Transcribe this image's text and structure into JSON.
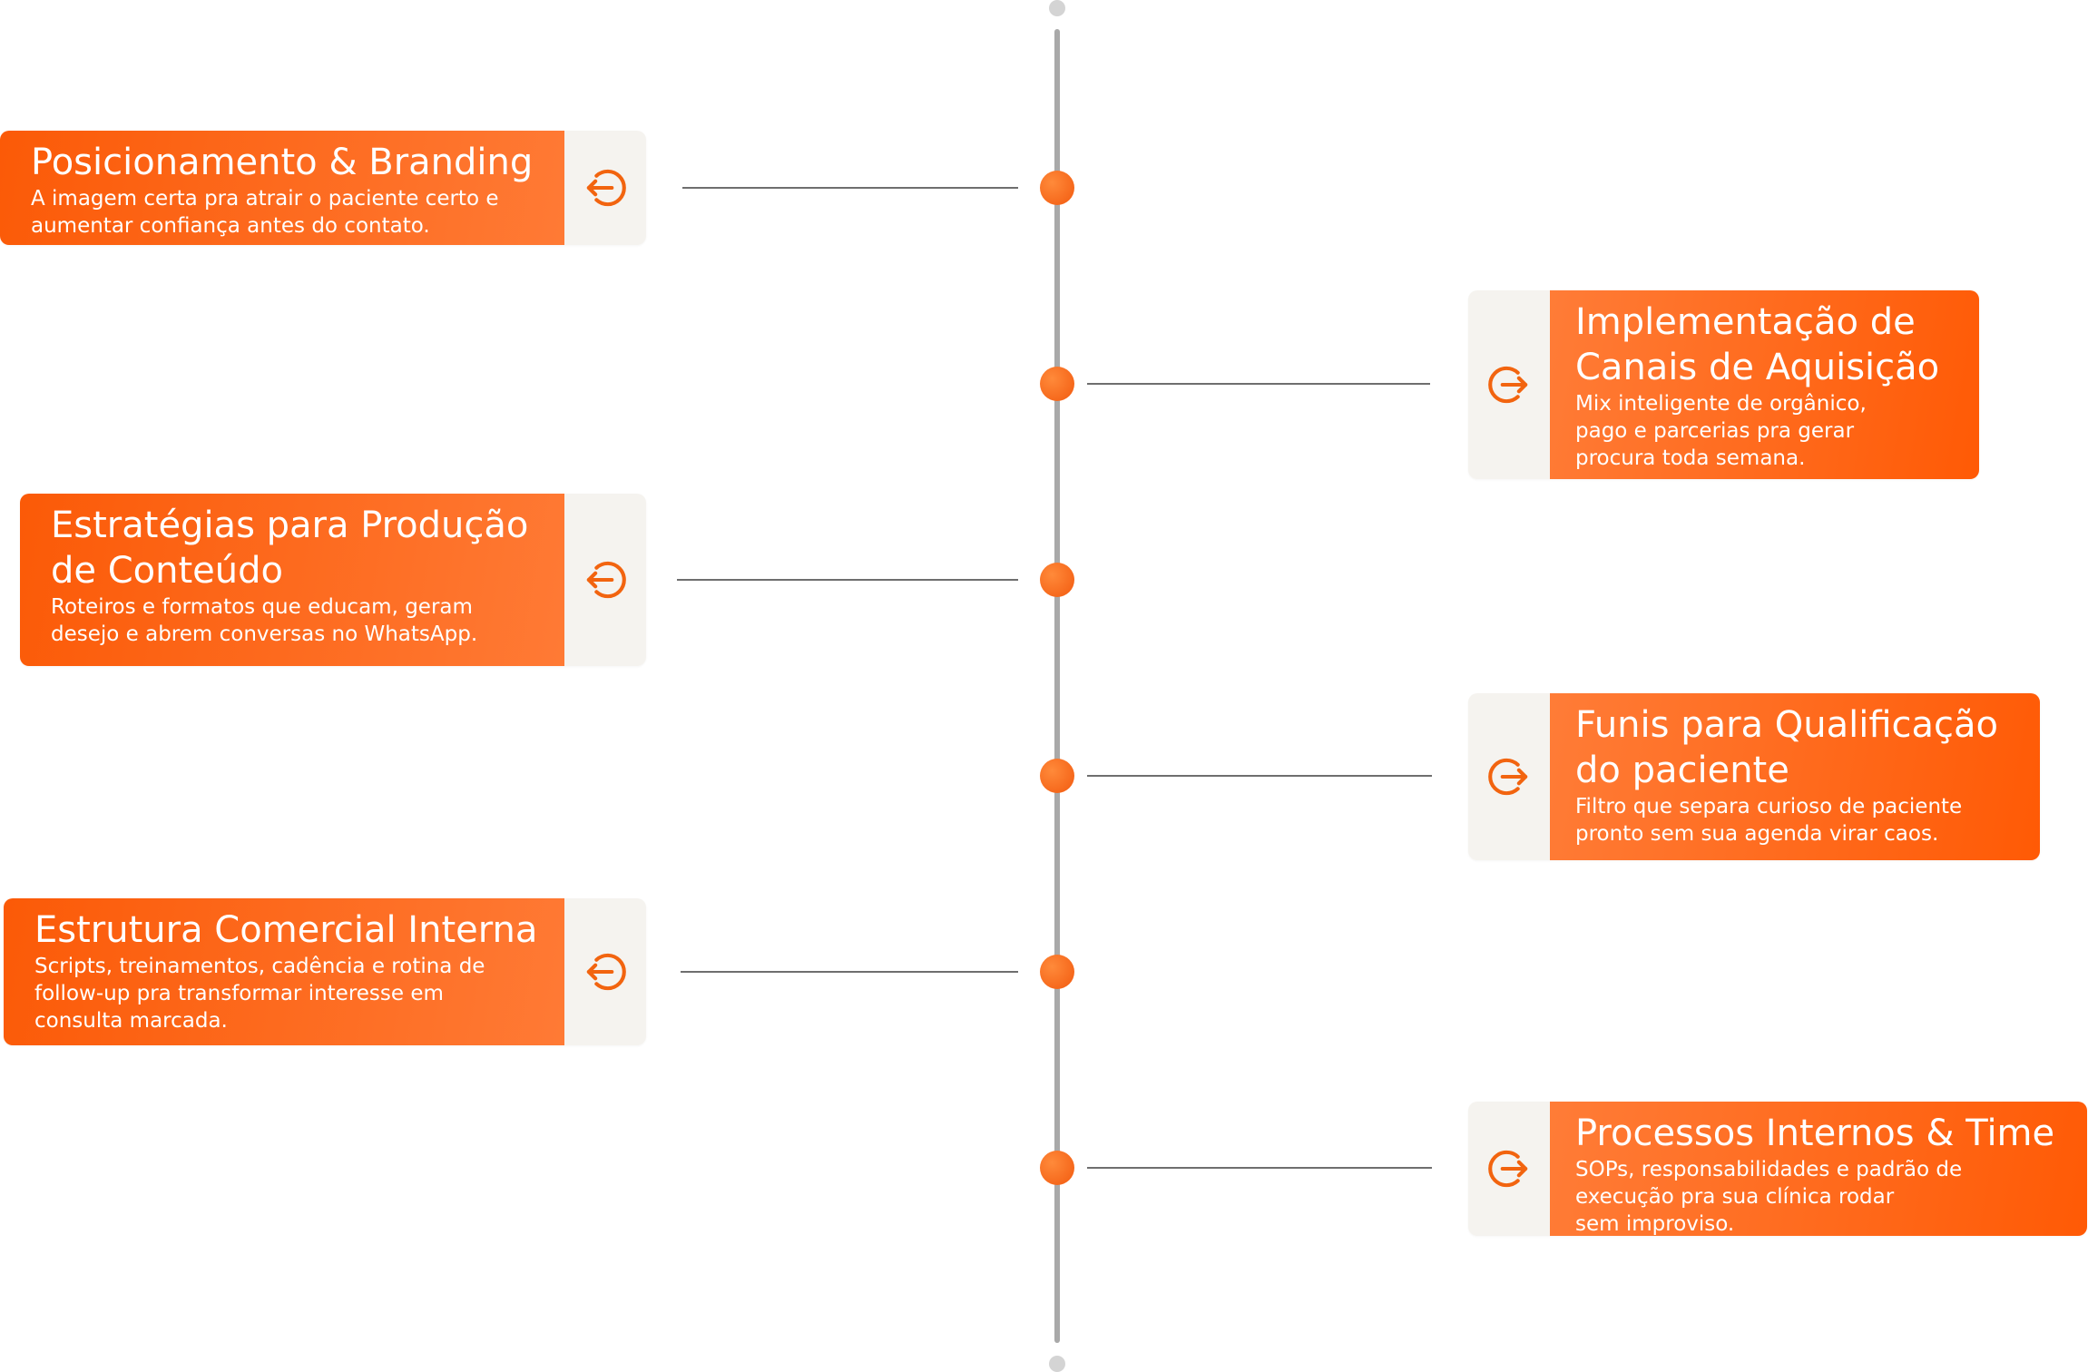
{
  "colors": {
    "accent": "#fb5a07",
    "accent_light": "#ff7a35",
    "icon_panel": "#f5f3ef",
    "timeline": "#a9a9a9",
    "connector": "#6e6e6e"
  },
  "items": [
    {
      "side": "left",
      "icon": "login-arrow-left-icon",
      "title": "Posicionamento & Branding",
      "desc_lines": [
        "A imagem certa pra atrair o paciente certo e",
        "aumentar confiança antes do contato."
      ]
    },
    {
      "side": "right",
      "icon": "logout-arrow-right-icon",
      "title_lines": [
        "Implementação de",
        "Canais de Aquisição"
      ],
      "desc_lines": [
        "Mix inteligente de orgânico,",
        "pago e parcerias pra gerar",
        "procura toda semana."
      ]
    },
    {
      "side": "left",
      "icon": "login-arrow-left-icon",
      "title_lines": [
        "Estratégias para Produção",
        "de Conteúdo"
      ],
      "desc_lines": [
        "Roteiros e formatos que educam, geram",
        "desejo e abrem conversas no WhatsApp."
      ]
    },
    {
      "side": "right",
      "icon": "logout-arrow-right-icon",
      "title_lines": [
        "Funis para Qualificação",
        "do paciente"
      ],
      "desc_lines": [
        "Filtro que separa curioso de paciente",
        "pronto sem sua agenda virar caos."
      ]
    },
    {
      "side": "left",
      "icon": "login-arrow-left-icon",
      "title": "Estrutura Comercial Interna",
      "desc_lines": [
        "Scripts, treinamentos, cadência e rotina de",
        "follow-up pra transformar interesse em",
        "consulta marcada."
      ]
    },
    {
      "side": "right",
      "icon": "logout-arrow-right-icon",
      "title": "Processos Internos & Time",
      "desc_lines": [
        "SOPs, responsabilidades e padrão de",
        "execução pra sua clínica rodar",
        "sem improviso."
      ]
    }
  ]
}
